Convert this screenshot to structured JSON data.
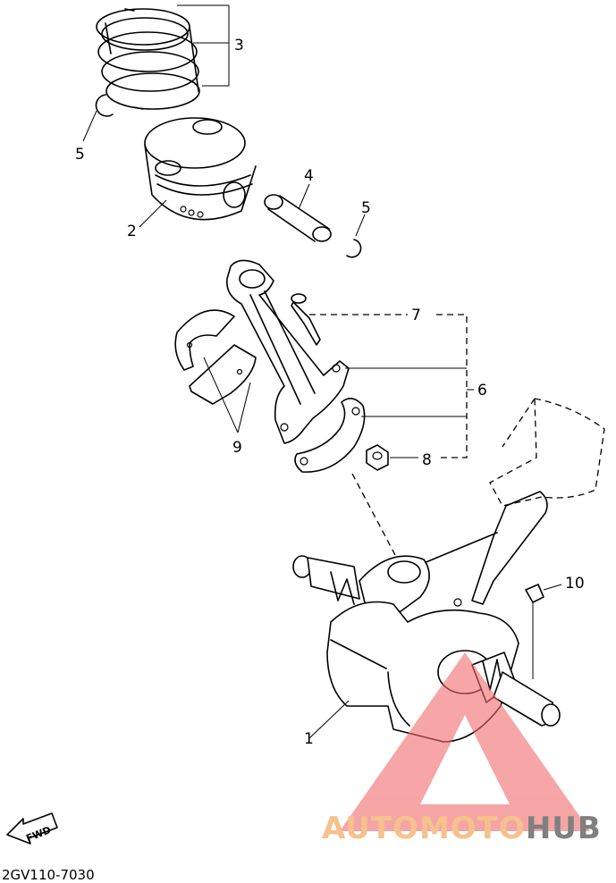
{
  "diagram_code": "2GV110-7030",
  "fwd_label": "FWD",
  "callouts": {
    "c1": "1",
    "c2": "2",
    "c3": "3",
    "c4": "4",
    "c5a": "5",
    "c5b": "5",
    "c6": "6",
    "c7": "7",
    "c8": "8",
    "c9": "9",
    "c10": "10"
  },
  "watermark": {
    "word_part1": "AUTOMOTO",
    "word_part2": "HUB",
    "color_light": "#f5b77a",
    "color_dark": "#6b6b6b",
    "triangle_color": "#f06a6a"
  },
  "colors": {
    "line": "#000000",
    "background": "#ffffff"
  }
}
